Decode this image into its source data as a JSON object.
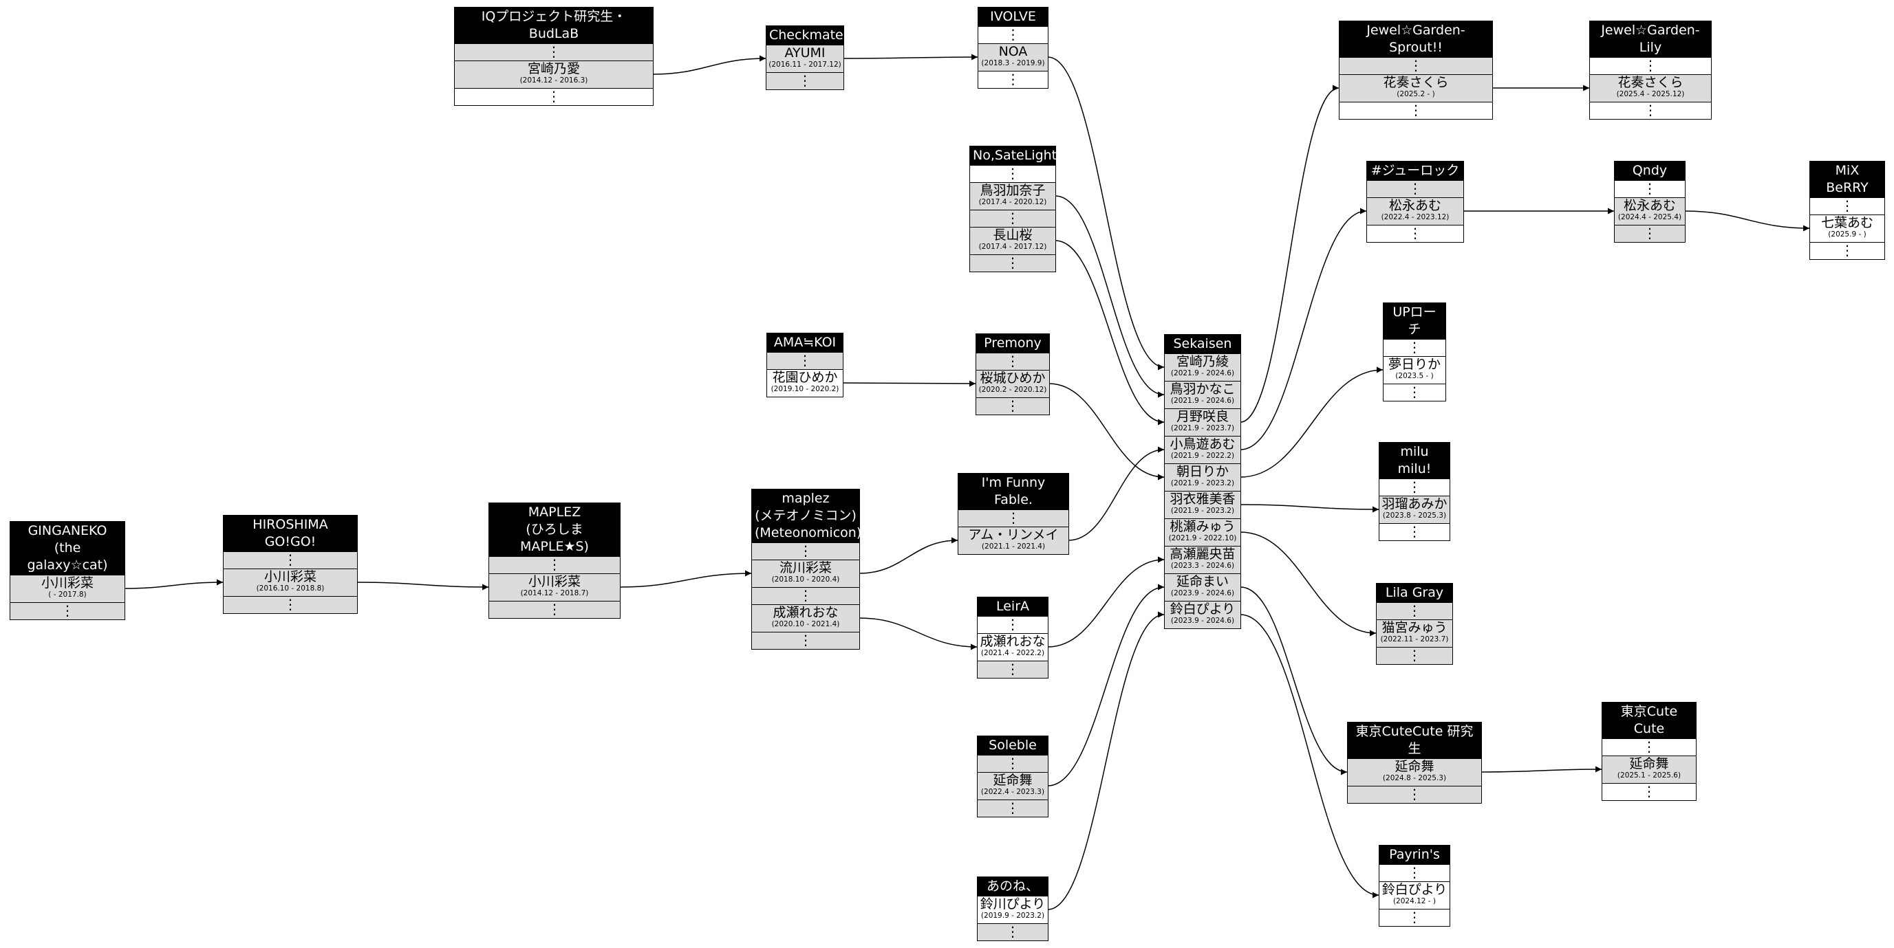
{
  "groups": [
    {
      "id": "g_iqp",
      "name": "IQプロジェクト研究生・BudLaB",
      "rows": [
        {
          "type": "dots",
          "shade": true
        },
        {
          "type": "member",
          "id": "g_iqp_0",
          "name": "宮崎乃愛",
          "period": "(2014.12 - 2016.3)",
          "shade": true
        },
        {
          "type": "dots",
          "shade": false
        }
      ]
    },
    {
      "id": "g_check",
      "name": "Checkmate",
      "rows": [
        {
          "type": "member",
          "id": "g_check_0",
          "name": "AYUMI",
          "period": "(2016.11 - 2017.12)",
          "shade": true
        },
        {
          "type": "dots",
          "shade": true
        }
      ]
    },
    {
      "id": "g_ivolve",
      "name": "IVOLVE",
      "rows": [
        {
          "type": "dots",
          "shade": false
        },
        {
          "type": "member",
          "id": "g_ivolve_0",
          "name": "NOA",
          "period": "(2018.3 - 2019.9)",
          "shade": true
        },
        {
          "type": "dots",
          "shade": false
        }
      ]
    },
    {
      "id": "g_nosate",
      "name": "No,SateLight",
      "rows": [
        {
          "type": "dots",
          "shade": false
        },
        {
          "type": "member",
          "id": "g_nosate_0",
          "name": "鳥羽加奈子",
          "period": "(2017.4 - 2020.12)",
          "shade": true
        },
        {
          "type": "dots",
          "shade": true
        },
        {
          "type": "member",
          "id": "g_nosate_1",
          "name": "長山桜",
          "period": "(2017.4 - 2017.12)",
          "shade": true
        },
        {
          "type": "dots",
          "shade": true
        }
      ]
    },
    {
      "id": "g_ama",
      "name": "AMA≒KOI",
      "rows": [
        {
          "type": "dots",
          "shade": true
        },
        {
          "type": "member",
          "id": "g_ama_0",
          "name": "花園ひめか",
          "period": "(2019.10 - 2020.2)",
          "shade": false
        }
      ]
    },
    {
      "id": "g_premony",
      "name": "Premony",
      "rows": [
        {
          "type": "dots",
          "shade": true
        },
        {
          "type": "member",
          "id": "g_premony_0",
          "name": "桜城ひめか",
          "period": "(2020.2 - 2020.12)",
          "shade": true
        },
        {
          "type": "dots",
          "shade": true
        }
      ]
    },
    {
      "id": "g_funny",
      "name": "I'm Funny Fable.",
      "rows": [
        {
          "type": "dots",
          "shade": true
        },
        {
          "type": "member",
          "id": "g_funny_0",
          "name": "アム・リンメイ",
          "period": "(2021.1 - 2021.4)",
          "shade": true
        }
      ]
    },
    {
      "id": "g_gin",
      "name": "GINGANEKO\n(the galaxy☆cat)",
      "rows": [
        {
          "type": "member",
          "id": "g_gin_0",
          "name": "小川彩菜",
          "period": "( - 2017.8)",
          "shade": true
        },
        {
          "type": "dots",
          "shade": true
        }
      ]
    },
    {
      "id": "g_hiro",
      "name": "HIROSHIMA GO!GO!",
      "rows": [
        {
          "type": "dots",
          "shade": true
        },
        {
          "type": "member",
          "id": "g_hiro_0",
          "name": "小川彩菜",
          "period": "(2016.10 - 2018.8)",
          "shade": true
        },
        {
          "type": "dots",
          "shade": true
        }
      ]
    },
    {
      "id": "g_maplez",
      "name": "MAPLEZ\n(ひろしまMAPLE★S)",
      "rows": [
        {
          "type": "dots",
          "shade": true
        },
        {
          "type": "member",
          "id": "g_maplez_0",
          "name": "小川彩菜",
          "period": "(2014.12 - 2018.7)",
          "shade": true
        },
        {
          "type": "dots",
          "shade": true
        }
      ]
    },
    {
      "id": "g_maplezm",
      "name": "maplez\n(メテオノミコン)\n(Meteonomicon)",
      "rows": [
        {
          "type": "dots",
          "shade": true
        },
        {
          "type": "member",
          "id": "g_maplezm_0",
          "name": "流川彩菜",
          "period": "(2018.10 - 2020.4)",
          "shade": true
        },
        {
          "type": "dots",
          "shade": true
        },
        {
          "type": "member",
          "id": "g_maplezm_1",
          "name": "成瀬れおな",
          "period": "(2020.10 - 2021.4)",
          "shade": true
        },
        {
          "type": "dots",
          "shade": true
        }
      ]
    },
    {
      "id": "g_leira",
      "name": "LeirA",
      "rows": [
        {
          "type": "dots",
          "shade": false
        },
        {
          "type": "member",
          "id": "g_leira_0",
          "name": "成瀬れおな",
          "period": "(2021.4 - 2022.2)",
          "shade": false
        },
        {
          "type": "dots",
          "shade": true
        }
      ]
    },
    {
      "id": "g_soleble",
      "name": "Soleble",
      "rows": [
        {
          "type": "dots",
          "shade": true
        },
        {
          "type": "member",
          "id": "g_soleble_0",
          "name": "延命舞",
          "period": "(2022.4 - 2023.3)",
          "shade": true
        },
        {
          "type": "dots",
          "shade": true
        }
      ]
    },
    {
      "id": "g_anone",
      "name": "あのね、",
      "rows": [
        {
          "type": "member",
          "id": "g_anone_0",
          "name": "鈴川ぴより",
          "period": "(2019.9 - 2023.2)",
          "shade": false
        },
        {
          "type": "dots",
          "shade": true
        }
      ]
    },
    {
      "id": "g_sek",
      "name": "Sekaisen",
      "rows": [
        {
          "type": "member",
          "id": "g_sek_0",
          "name": "宮崎乃綾",
          "period": "(2021.9 - 2024.6)",
          "shade": true
        },
        {
          "type": "member",
          "id": "g_sek_1",
          "name": "鳥羽かなこ",
          "period": "(2021.9 - 2024.6)",
          "shade": true
        },
        {
          "type": "member",
          "id": "g_sek_2",
          "name": "月野咲良",
          "period": "(2021.9 - 2023.7)",
          "shade": true
        },
        {
          "type": "member",
          "id": "g_sek_3",
          "name": "小鳥遊あむ",
          "period": "(2021.9 - 2022.2)",
          "shade": true
        },
        {
          "type": "member",
          "id": "g_sek_4",
          "name": "朝日りか",
          "period": "(2021.9 - 2023.2)",
          "shade": true
        },
        {
          "type": "member",
          "id": "g_sek_5",
          "name": "羽衣雅美香",
          "period": "(2021.9 - 2023.2)",
          "shade": true
        },
        {
          "type": "member",
          "id": "g_sek_6",
          "name": "桃瀬みゅう",
          "period": "(2021.9 - 2022.10)",
          "shade": true
        },
        {
          "type": "member",
          "id": "g_sek_7",
          "name": "高瀬麗央苗",
          "period": "(2023.3 - 2024.6)",
          "shade": true
        },
        {
          "type": "member",
          "id": "g_sek_8",
          "name": "延命まい",
          "period": "(2023.9 - 2024.6)",
          "shade": true
        },
        {
          "type": "member",
          "id": "g_sek_9",
          "name": "鈴白ぴより",
          "period": "(2023.9 - 2024.6)",
          "shade": true
        }
      ]
    },
    {
      "id": "g_jgs",
      "name": "Jewel☆Garden-Sprout!!",
      "rows": [
        {
          "type": "dots",
          "shade": true
        },
        {
          "type": "member",
          "id": "g_jgs_0",
          "name": "花奏さくら",
          "period": "(2025.2 - )",
          "shade": true
        },
        {
          "type": "dots",
          "shade": false
        }
      ]
    },
    {
      "id": "g_jgl",
      "name": "Jewel☆Garden-Lily",
      "rows": [
        {
          "type": "dots",
          "shade": false
        },
        {
          "type": "member",
          "id": "g_jgl_0",
          "name": "花奏さくら",
          "period": "(2025.4 - 2025.12)",
          "shade": true
        },
        {
          "type": "dots",
          "shade": false
        }
      ]
    },
    {
      "id": "g_jrock",
      "name": "#ジューロック",
      "rows": [
        {
          "type": "dots",
          "shade": true
        },
        {
          "type": "member",
          "id": "g_jrock_0",
          "name": "松永あむ",
          "period": "(2022.4 - 2023.12)",
          "shade": true
        },
        {
          "type": "dots",
          "shade": false
        }
      ]
    },
    {
      "id": "g_qndy",
      "name": "Qndy",
      "rows": [
        {
          "type": "dots",
          "shade": false
        },
        {
          "type": "member",
          "id": "g_qndy_0",
          "name": "松永あむ",
          "period": "(2024.4 - 2025.4)",
          "shade": true
        },
        {
          "type": "dots",
          "shade": true
        }
      ]
    },
    {
      "id": "g_mix",
      "name": "MiX BeRRY",
      "rows": [
        {
          "type": "dots",
          "shade": false
        },
        {
          "type": "member",
          "id": "g_mix_0",
          "name": "七葉あむ",
          "period": "(2025.9 - )",
          "shade": false
        },
        {
          "type": "dots",
          "shade": false
        }
      ]
    },
    {
      "id": "g_up",
      "name": "UPローチ",
      "rows": [
        {
          "type": "dots",
          "shade": false
        },
        {
          "type": "member",
          "id": "g_up_0",
          "name": "夢日りか",
          "period": "(2023.5 - )",
          "shade": false
        },
        {
          "type": "dots",
          "shade": false
        }
      ]
    },
    {
      "id": "g_milu",
      "name": "milu milu!",
      "rows": [
        {
          "type": "dots",
          "shade": false
        },
        {
          "type": "member",
          "id": "g_milu_0",
          "name": "羽瑠あみか",
          "period": "(2023.8 - 2025.3)",
          "shade": true
        },
        {
          "type": "dots",
          "shade": false
        }
      ]
    },
    {
      "id": "g_lila",
      "name": "Lila Gray",
      "rows": [
        {
          "type": "dots",
          "shade": true
        },
        {
          "type": "member",
          "id": "g_lila_0",
          "name": "猫宮みゅう",
          "period": "(2022.11 - 2023.7)",
          "shade": true
        },
        {
          "type": "dots",
          "shade": true
        }
      ]
    },
    {
      "id": "g_tcck",
      "name": "東京CuteCute 研究生",
      "rows": [
        {
          "type": "member",
          "id": "g_tcck_0",
          "name": "延命舞",
          "period": "(2024.8 - 2025.3)",
          "shade": true
        },
        {
          "type": "dots",
          "shade": true
        }
      ]
    },
    {
      "id": "g_tcc",
      "name": "東京Cute Cute",
      "rows": [
        {
          "type": "dots",
          "shade": false
        },
        {
          "type": "member",
          "id": "g_tcc_0",
          "name": "延命舞",
          "period": "(2025.1 - 2025.6)",
          "shade": true
        },
        {
          "type": "dots",
          "shade": false
        }
      ]
    },
    {
      "id": "g_payrin",
      "name": "Payrin's",
      "rows": [
        {
          "type": "dots",
          "shade": false
        },
        {
          "type": "member",
          "id": "g_payrin_0",
          "name": "鈴白ぴより",
          "period": "(2024.12 - )",
          "shade": false
        },
        {
          "type": "dots",
          "shade": false
        }
      ]
    }
  ],
  "edges": [
    [
      "g_iqp_0",
      "g_check_0"
    ],
    [
      "g_check_0",
      "g_ivolve_0"
    ],
    [
      "g_ivolve_0",
      "g_sek_0"
    ],
    [
      "g_nosate_0",
      "g_sek_1"
    ],
    [
      "g_nosate_1",
      "g_sek_2"
    ],
    [
      "g_ama_0",
      "g_premony_0"
    ],
    [
      "g_premony_0",
      "g_sek_4"
    ],
    [
      "g_funny_0",
      "g_sek_3"
    ],
    [
      "g_gin_0",
      "g_hiro_0"
    ],
    [
      "g_hiro_0",
      "g_maplez_0"
    ],
    [
      "g_maplez_0",
      "g_maplezm_0"
    ],
    [
      "g_maplezm_0",
      "g_funny_0"
    ],
    [
      "g_maplezm_1",
      "g_leira_0"
    ],
    [
      "g_leira_0",
      "g_sek_7"
    ],
    [
      "g_soleble_0",
      "g_sek_8"
    ],
    [
      "g_anone_0",
      "g_sek_9"
    ],
    [
      "g_sek_2",
      "g_jgs_0"
    ],
    [
      "g_jgs_0",
      "g_jgl_0"
    ],
    [
      "g_sek_3",
      "g_jrock_0"
    ],
    [
      "g_jrock_0",
      "g_qndy_0"
    ],
    [
      "g_qndy_0",
      "g_mix_0"
    ],
    [
      "g_sek_4",
      "g_up_0"
    ],
    [
      "g_sek_5",
      "g_milu_0"
    ],
    [
      "g_sek_6",
      "g_lila_0"
    ],
    [
      "g_sek_8",
      "g_tcck_0"
    ],
    [
      "g_tcck_0",
      "g_tcc_0"
    ],
    [
      "g_sek_9",
      "g_payrin_0"
    ]
  ]
}
